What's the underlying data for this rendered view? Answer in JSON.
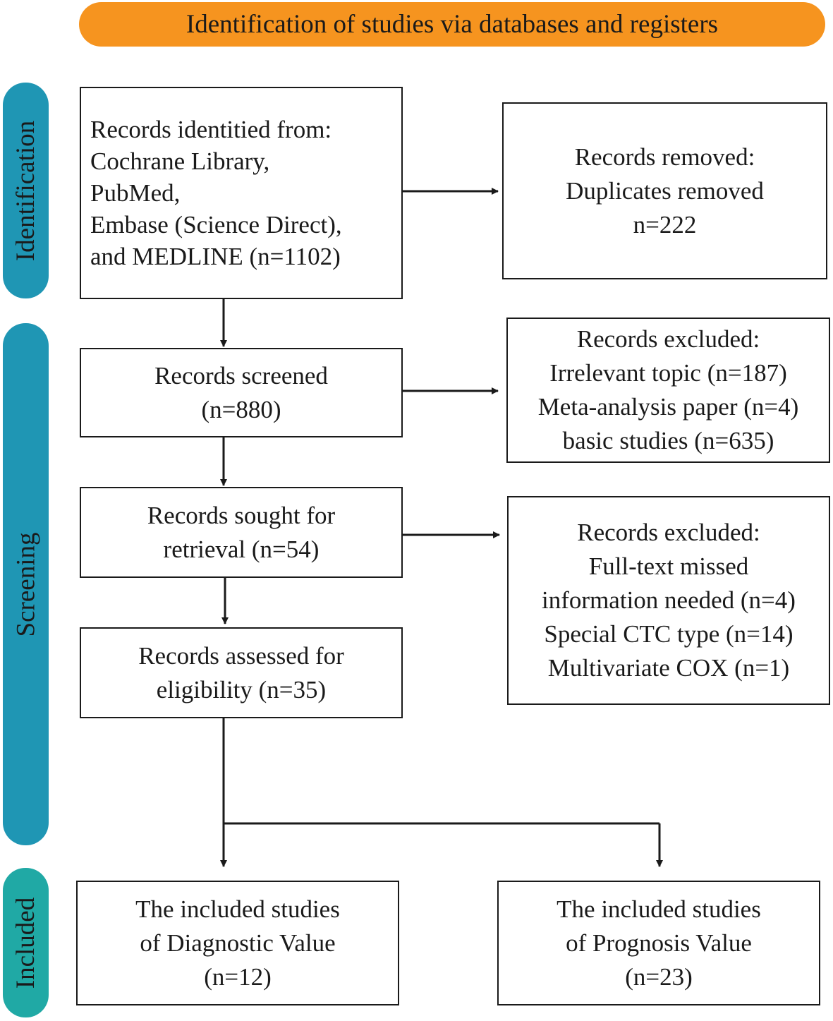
{
  "colors": {
    "header_fill": "#f6941f",
    "identification_fill": "#1f96b4",
    "screening_fill": "#1f96b4",
    "included_fill": "#20a9a5",
    "line": "#1a1a1a"
  },
  "header": "Identification of studies via databases and registers",
  "stages": {
    "identification": "Identification",
    "screening": "Screening",
    "included": "Included"
  },
  "boxes": {
    "identified": [
      "Records identitied from:",
      "Cochrane Library,",
      "PubMed,",
      "Embase (Science Direct),",
      "and MEDLINE (n=1102)"
    ],
    "removed": [
      "Records removed:",
      "Duplicates removed",
      "n=222"
    ],
    "screened": [
      "Records screened",
      "(n=880)"
    ],
    "excluded_screen": [
      "Records excluded:",
      "Irrelevant topic (n=187)",
      "Meta-analysis paper (n=4)",
      "basic studies (n=635)"
    ],
    "sought": [
      "Records sought for",
      "retrieval (n=54)"
    ],
    "excluded_fulltext": [
      "Records excluded:",
      "Full-text missed",
      "information needed (n=4)",
      "Special CTC type (n=14)",
      "Multivariate COX (n=1)"
    ],
    "assessed": [
      "Records assessed for",
      "eligibility (n=35)"
    ],
    "diagnostic": [
      "The included studies",
      "of Diagnostic Value",
      "(n=12)"
    ],
    "prognosis": [
      "The included studies",
      "of Prognosis Value",
      "(n=23)"
    ]
  }
}
